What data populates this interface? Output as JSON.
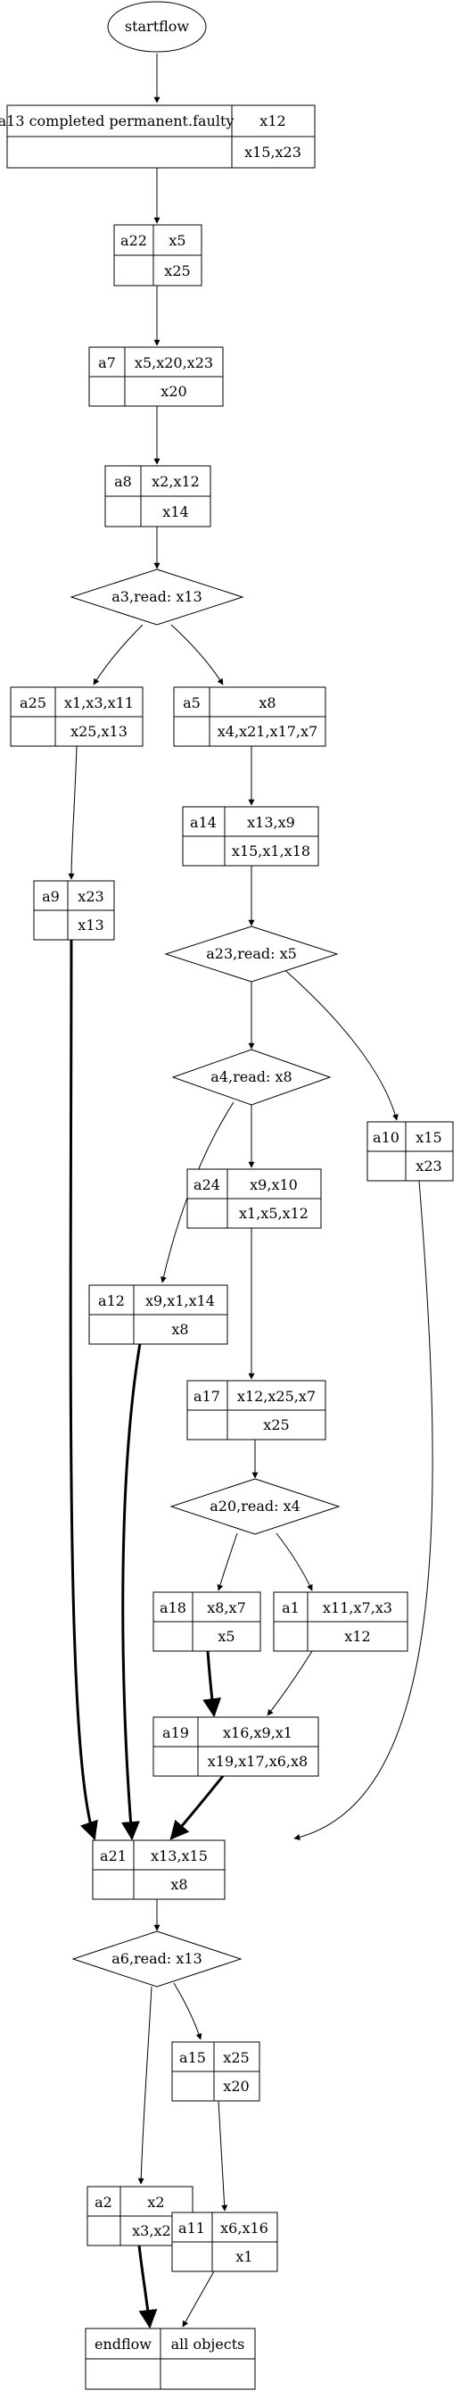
{
  "start": {
    "label": "startflow"
  },
  "activities": {
    "a13": {
      "id": "a13 completed permanent.faulty",
      "in": "x12",
      "out": "x15,x23"
    },
    "a22": {
      "id": "a22",
      "in": "x5",
      "out": "x25"
    },
    "a7": {
      "id": "a7",
      "in": "x5,x20,x23",
      "out": "x20"
    },
    "a8": {
      "id": "a8",
      "in": "x2,x12",
      "out": "x14"
    },
    "a25": {
      "id": "a25",
      "in": "x1,x3,x11",
      "out": "x25,x13"
    },
    "a5": {
      "id": "a5",
      "in": "x8",
      "out": "x4,x21,x17,x7"
    },
    "a14": {
      "id": "a14",
      "in": "x13,x9",
      "out": "x15,x1,x18"
    },
    "a9": {
      "id": "a9",
      "in": "x23",
      "out": "x13"
    },
    "a10": {
      "id": "a10",
      "in": "x15",
      "out": "x23"
    },
    "a24": {
      "id": "a24",
      "in": "x9,x10",
      "out": "x1,x5,x12"
    },
    "a12": {
      "id": "a12",
      "in": "x9,x1,x14",
      "out": "x8"
    },
    "a17": {
      "id": "a17",
      "in": "x12,x25,x7",
      "out": "x25"
    },
    "a18": {
      "id": "a18",
      "in": "x8,x7",
      "out": "x5"
    },
    "a1": {
      "id": "a1",
      "in": "x11,x7,x3",
      "out": "x12"
    },
    "a19": {
      "id": "a19",
      "in": "x16,x9,x1",
      "out": "x19,x17,x6,x8"
    },
    "a21": {
      "id": "a21",
      "in": "x13,x15",
      "out": "x8"
    },
    "a15": {
      "id": "a15",
      "in": "x25",
      "out": "x20"
    },
    "a2": {
      "id": "a2",
      "in": "x2",
      "out": "x3,x21"
    },
    "a11": {
      "id": "a11",
      "in": "x6,x16",
      "out": "x1"
    }
  },
  "decisions": {
    "d_a3": {
      "label": "a3,read: x13"
    },
    "d_a23": {
      "label": "a23,read: x5"
    },
    "d_a4": {
      "label": "a4,read: x8"
    },
    "d_a20": {
      "label": "a20,read: x4"
    },
    "d_a6": {
      "label": "a6,read: x13"
    }
  },
  "end": {
    "label": "endflow",
    "detail": "all objects"
  }
}
